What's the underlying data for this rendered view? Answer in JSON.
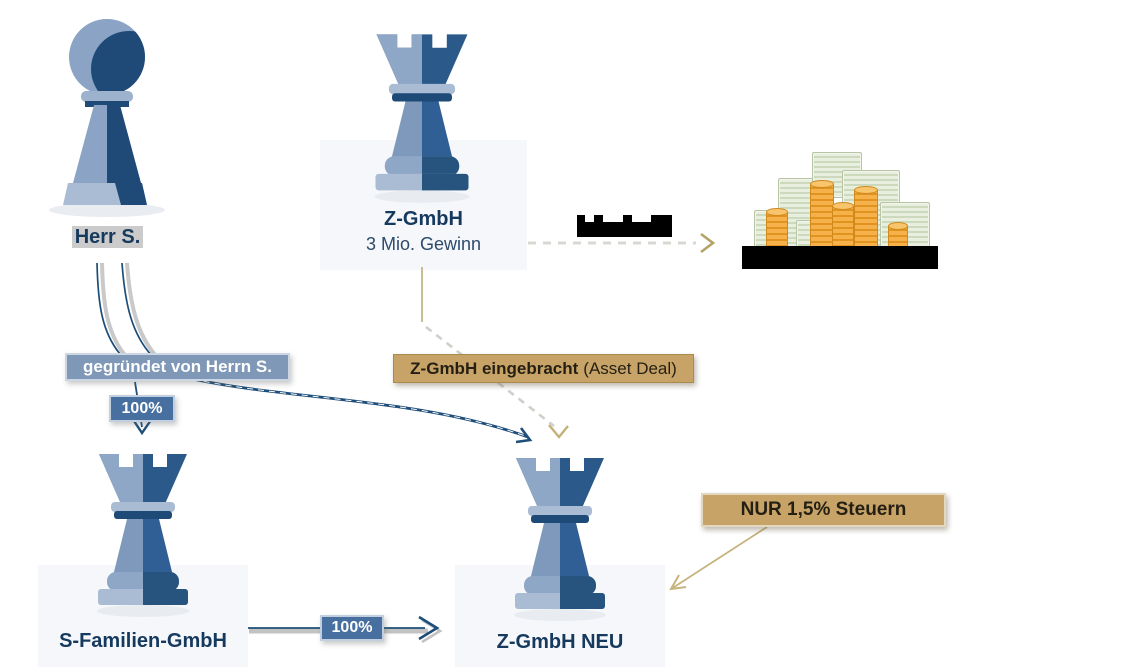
{
  "entities": {
    "founder": {
      "label": "Herr S."
    },
    "z_gmbh": {
      "name": "Z-GmbH",
      "detail": "3 Mio. Gewinn"
    },
    "s_familien_gmbh": {
      "name": "S-Familien-GmbH"
    },
    "z_gmbh_neu": {
      "name": "Z-GmbH NEU"
    }
  },
  "annotations": {
    "founded_by": "gegründet von Herrn S.",
    "ownership_founder": "100%",
    "ownership_transfer": "100%",
    "contribution_bold": "Z-GmbH eingebracht",
    "contribution_note": "(Asset Deal)",
    "tax_note": "NUR 1,5% Steuern"
  },
  "colors": {
    "navy_text": "#16395e",
    "arrow_navy": "#1d4e79",
    "annotation_blue": "#7f98b7",
    "badge_blue": "#476f9f",
    "gold_box": "#c7a368",
    "gold_arrow": "#c0ad76",
    "dashed_gray": "#d6d6d0",
    "money_green": "#dfe8d2",
    "coin_orange": "#f3a93c"
  }
}
